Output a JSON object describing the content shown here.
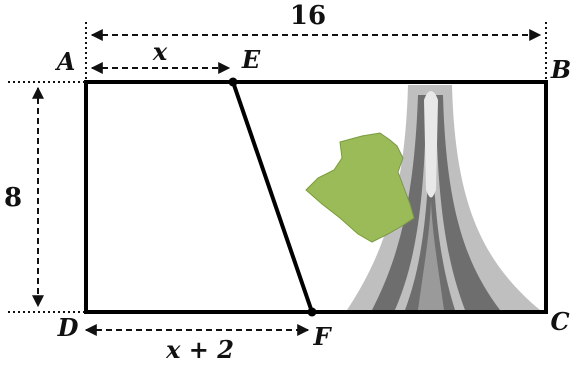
{
  "diagram": {
    "points": {
      "A": "A",
      "B": "B",
      "C": "C",
      "D": "D",
      "E": "E",
      "F": "F"
    },
    "dimensions": {
      "top_width": "16",
      "left_height": "8",
      "ae_length": "x",
      "df_length": "x + 2"
    },
    "colors": {
      "outline": "#000000",
      "dimension": "#111111",
      "map_fill": "#9bbb59",
      "road_dark": "#6e6e6e",
      "road_light": "#bfbfbf"
    },
    "icons": [
      "algeria-map-icon",
      "monument-icon"
    ]
  }
}
